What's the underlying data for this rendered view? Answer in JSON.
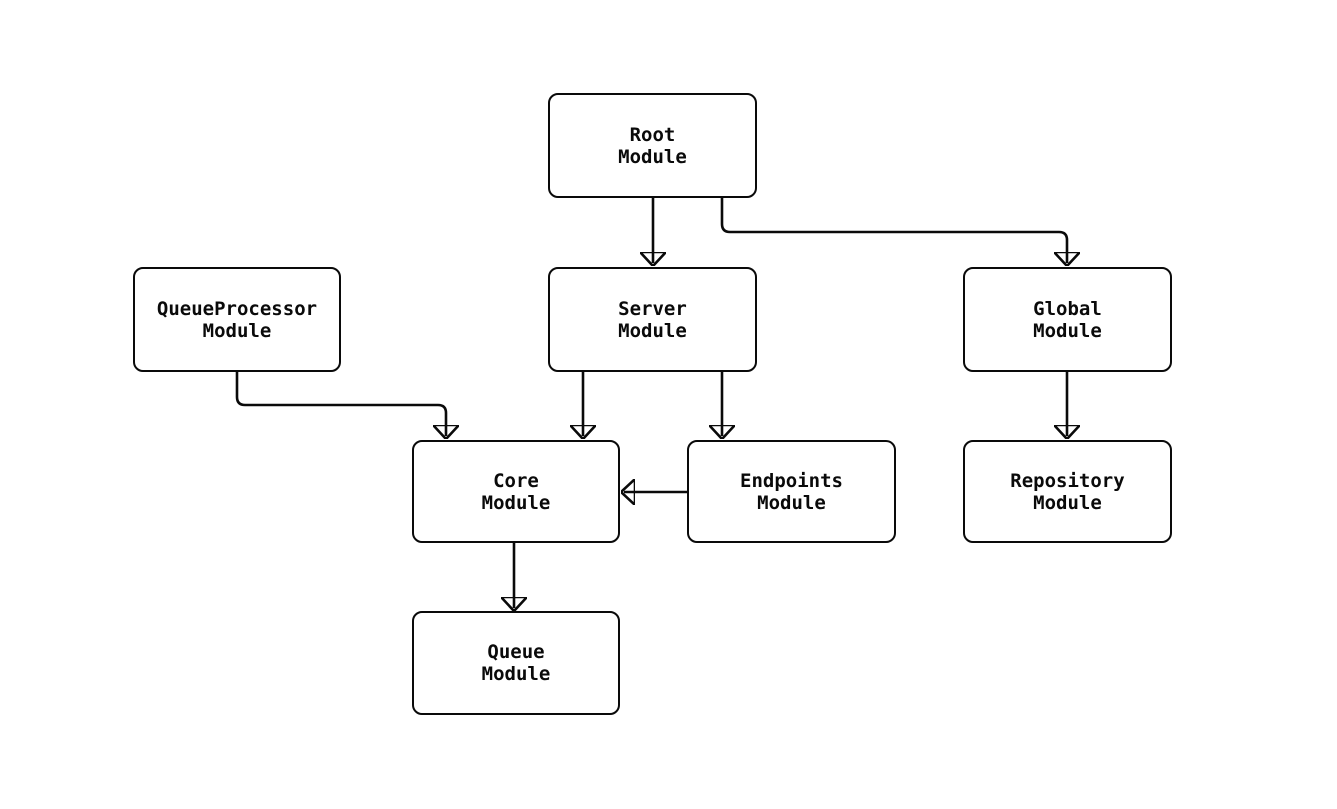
{
  "diagram": {
    "type": "flowchart",
    "direction": "top-down",
    "background_color": "#ffffff",
    "node_fill_color": "#ffffff",
    "node_border_color": "#0a0a0a",
    "edge_color": "#0a0a0a",
    "text_color": "#0a0a0a",
    "nodes": [
      {
        "id": "root",
        "label": "Root\nModule"
      },
      {
        "id": "queueprocessor",
        "label": "QueueProcessor\nModule"
      },
      {
        "id": "server",
        "label": "Server\nModule"
      },
      {
        "id": "global",
        "label": "Global\nModule"
      },
      {
        "id": "core",
        "label": "Core\nModule"
      },
      {
        "id": "endpoints",
        "label": "Endpoints\nModule"
      },
      {
        "id": "repository",
        "label": "Repository\nModule"
      },
      {
        "id": "queue",
        "label": "Queue\nModule"
      }
    ],
    "edges": [
      {
        "from": "Root Module",
        "to": "Server Module"
      },
      {
        "from": "Root Module",
        "to": "Global Module"
      },
      {
        "from": "QueueProcessor Module",
        "to": "Core Module"
      },
      {
        "from": "Server Module",
        "to": "Core Module"
      },
      {
        "from": "Server Module",
        "to": "Endpoints Module"
      },
      {
        "from": "Global Module",
        "to": "Repository Module"
      },
      {
        "from": "Endpoints Module",
        "to": "Core Module"
      },
      {
        "from": "Core Module",
        "to": "Queue Module"
      }
    ]
  }
}
